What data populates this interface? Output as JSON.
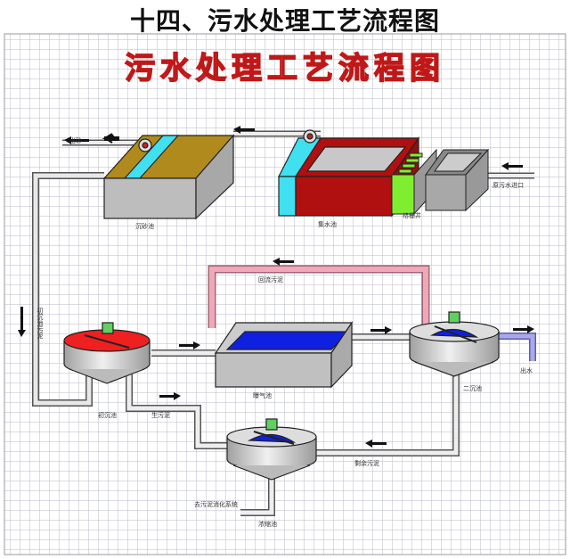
{
  "title": "十四、污水处理工艺流程图",
  "banner": "污水处理工艺流程图",
  "labels": {
    "grit_outlet": "出砂",
    "grit_chamber": "沉砂池",
    "collection_tank": "集水池",
    "screen_well": "格栅井",
    "raw_inlet": "原污水进口",
    "return_sludge": "回流污泥",
    "aeration_tank": "曝气池",
    "secondary_clarifier": "二沉池",
    "effluent": "出水",
    "primary_clarifier": "初沉池",
    "raw_sludge": "生污泥",
    "excess_sludge": "剩余污泥",
    "to_digestion": "去污泥消化系统",
    "thickener": "浓缩池",
    "left_pipe": "初沉池污泥"
  },
  "colors": {
    "title_red": "#c01818",
    "grit_sludge": "#b08a1c",
    "cyan": "#40e0f0",
    "collection_red": "#b01010",
    "screen_green": "#80ee30",
    "aeration_blue": "#1020e0",
    "primary_red": "#ee2020",
    "return_pink": "#f0a8b8",
    "effluent_purple": "#a8a8f0",
    "grid": "#b8b8c8"
  }
}
